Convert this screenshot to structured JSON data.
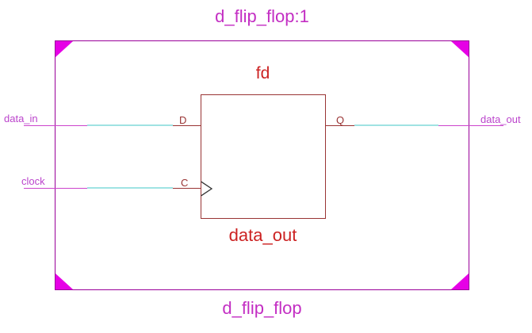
{
  "diagram": {
    "title": "d_flip_flop:1",
    "bottom_label": "d_flip_flop",
    "component": {
      "instance_label": "fd",
      "name_label": "data_out",
      "pins": [
        {
          "label": "D",
          "side": "left"
        },
        {
          "label": "C",
          "side": "left",
          "clock_input": true
        },
        {
          "label": "Q",
          "side": "right"
        }
      ]
    },
    "ports": {
      "inputs": [
        {
          "label": "data_in"
        },
        {
          "label": "clock"
        }
      ],
      "outputs": [
        {
          "label": "data_out"
        }
      ]
    },
    "colors": {
      "background": "#ffffff",
      "outer_border": "#990099",
      "corner_triangle": "#e600e6",
      "title_text": "#c32ec3",
      "port_label_text": "#bb44cc",
      "component_border": "#993333",
      "component_label_text": "#cc2222",
      "pin_label_text": "#993333",
      "wire_cyan": "#9fe3e3",
      "wire_magenta": "#cc44cc",
      "wire_dark_red": "#993333",
      "clock_chevron": "#333333"
    }
  }
}
